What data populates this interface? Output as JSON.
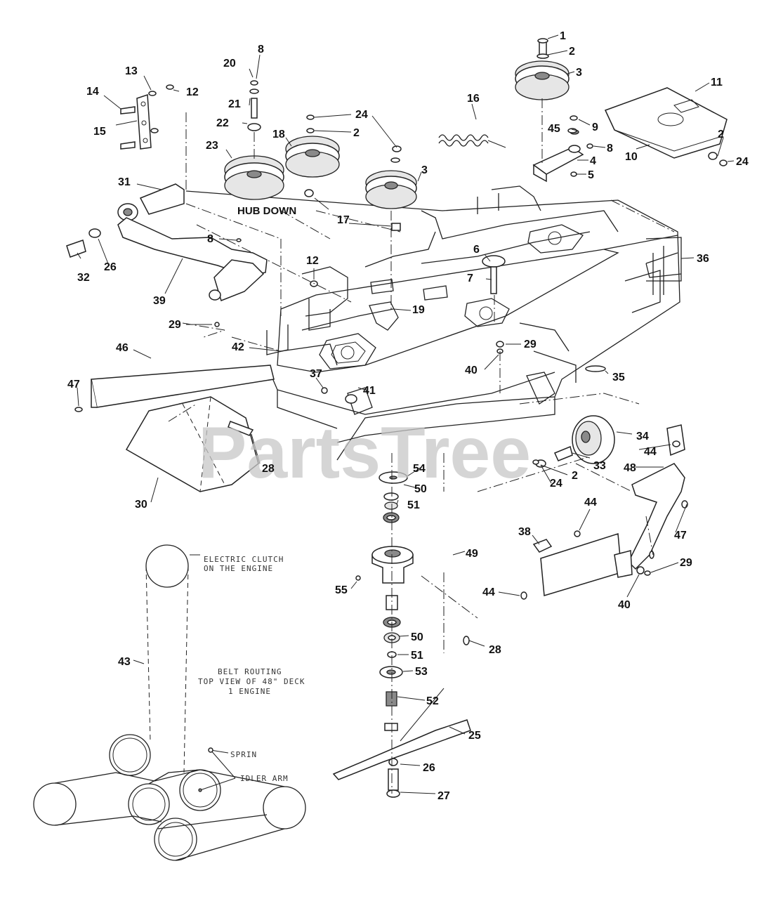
{
  "watermark": "PartsTree",
  "notes": {
    "hub_down": "HUB DOWN",
    "belt_clutch": [
      "ELECTRIC CLUTCH",
      "ON THE ENGINE"
    ],
    "belt_routing": [
      "BELT ROUTING",
      "TOP VIEW OF 48\" DECK",
      "1 ENGINE"
    ],
    "spring_label": "SPRIN",
    "arm_label": "IDLER ARM"
  },
  "callouts": [
    {
      "id": "c1",
      "text": "1"
    },
    {
      "id": "c2a",
      "text": "2"
    },
    {
      "id": "c3a",
      "text": "3"
    },
    {
      "id": "c11",
      "text": "11"
    },
    {
      "id": "c9",
      "text": "9"
    },
    {
      "id": "c45",
      "text": "45"
    },
    {
      "id": "c8a",
      "text": "8"
    },
    {
      "id": "c2b",
      "text": "2"
    },
    {
      "id": "c24a",
      "text": "24"
    },
    {
      "id": "c10",
      "text": "10"
    },
    {
      "id": "c4",
      "text": "4"
    },
    {
      "id": "c5",
      "text": "5"
    },
    {
      "id": "c16",
      "text": "16"
    },
    {
      "id": "c24b",
      "text": "24"
    },
    {
      "id": "c2c",
      "text": "2"
    },
    {
      "id": "c3b",
      "text": "3"
    },
    {
      "id": "c8b",
      "text": "8"
    },
    {
      "id": "c20",
      "text": "20"
    },
    {
      "id": "c21",
      "text": "21"
    },
    {
      "id": "c22",
      "text": "22"
    },
    {
      "id": "c23",
      "text": "23"
    },
    {
      "id": "c18",
      "text": "18"
    },
    {
      "id": "c17",
      "text": "17"
    },
    {
      "id": "c13",
      "text": "13"
    },
    {
      "id": "c12a",
      "text": "12"
    },
    {
      "id": "c14",
      "text": "14"
    },
    {
      "id": "c15",
      "text": "15"
    },
    {
      "id": "c31",
      "text": "31"
    },
    {
      "id": "c8c",
      "text": "8"
    },
    {
      "id": "c32",
      "text": "32"
    },
    {
      "id": "c26a",
      "text": "26"
    },
    {
      "id": "c39",
      "text": "39"
    },
    {
      "id": "c12b",
      "text": "12"
    },
    {
      "id": "c6",
      "text": "6"
    },
    {
      "id": "c7",
      "text": "7"
    },
    {
      "id": "c19",
      "text": "19"
    },
    {
      "id": "c36",
      "text": "36"
    },
    {
      "id": "c29a",
      "text": "29"
    },
    {
      "id": "c42",
      "text": "42"
    },
    {
      "id": "c29b",
      "text": "29"
    },
    {
      "id": "c40a",
      "text": "40"
    },
    {
      "id": "c46",
      "text": "46"
    },
    {
      "id": "c37",
      "text": "37"
    },
    {
      "id": "c41",
      "text": "41"
    },
    {
      "id": "c35",
      "text": "35"
    },
    {
      "id": "c47a",
      "text": "47"
    },
    {
      "id": "c34",
      "text": "34"
    },
    {
      "id": "c44a",
      "text": "44"
    },
    {
      "id": "c28a",
      "text": "28"
    },
    {
      "id": "c54",
      "text": "54"
    },
    {
      "id": "c33",
      "text": "33"
    },
    {
      "id": "c2d",
      "text": "2"
    },
    {
      "id": "c24c",
      "text": "24"
    },
    {
      "id": "c48",
      "text": "48"
    },
    {
      "id": "c30",
      "text": "30"
    },
    {
      "id": "c50a",
      "text": "50"
    },
    {
      "id": "c51a",
      "text": "51"
    },
    {
      "id": "c44b",
      "text": "44"
    },
    {
      "id": "c38",
      "text": "38"
    },
    {
      "id": "c47b",
      "text": "47"
    },
    {
      "id": "c49",
      "text": "49"
    },
    {
      "id": "c29c",
      "text": "29"
    },
    {
      "id": "c55",
      "text": "55"
    },
    {
      "id": "c44c",
      "text": "44"
    },
    {
      "id": "c40b",
      "text": "40"
    },
    {
      "id": "c50b",
      "text": "50"
    },
    {
      "id": "c28b",
      "text": "28"
    },
    {
      "id": "c43",
      "text": "43"
    },
    {
      "id": "c51b",
      "text": "51"
    },
    {
      "id": "c53",
      "text": "53"
    },
    {
      "id": "c52",
      "text": "52"
    },
    {
      "id": "c25",
      "text": "25"
    },
    {
      "id": "c26b",
      "text": "26"
    },
    {
      "id": "c27",
      "text": "27"
    }
  ]
}
